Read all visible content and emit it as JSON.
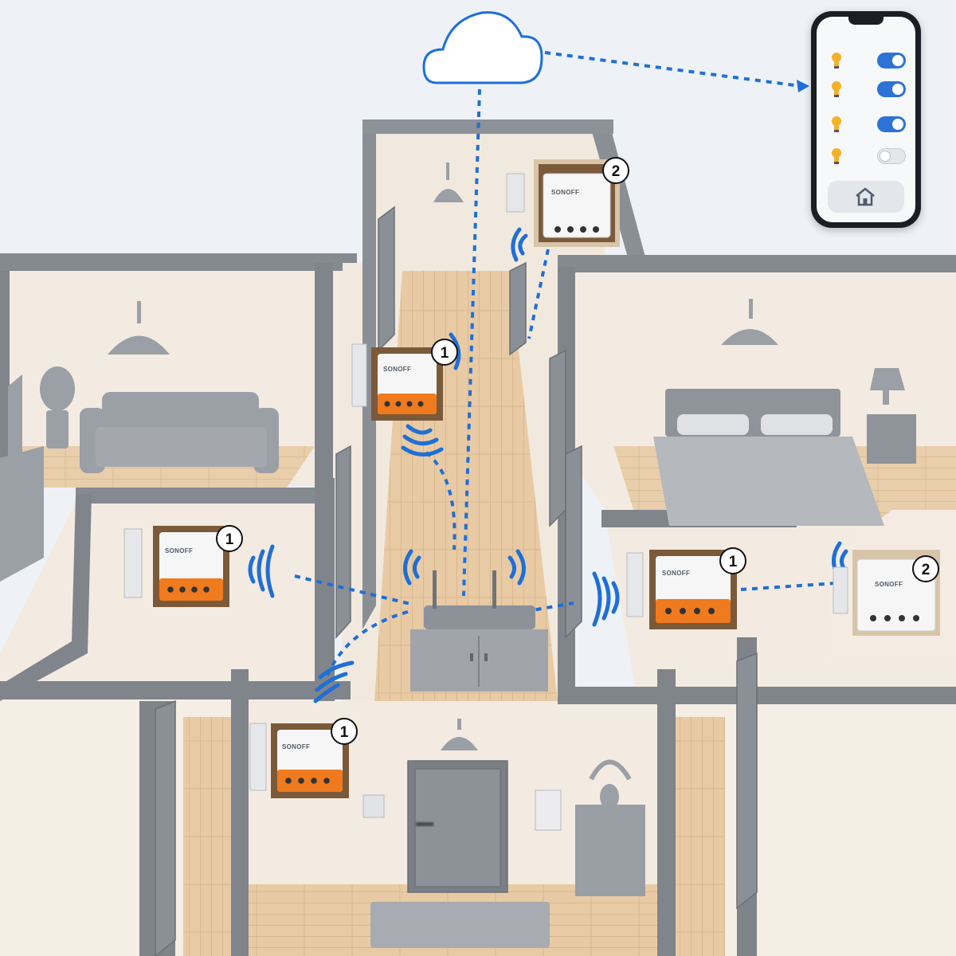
{
  "phone": {
    "lights": [
      {
        "state": "on"
      },
      {
        "state": "on"
      },
      {
        "state": "on"
      },
      {
        "state": "off"
      }
    ],
    "home_icon": "house-icon"
  },
  "devices": [
    {
      "brand": "SONOFF",
      "badge": "1",
      "model": "orange"
    },
    {
      "brand": "SONOFF",
      "badge": "1",
      "model": "orange"
    },
    {
      "brand": "SONOFF",
      "badge": "1",
      "model": "orange"
    },
    {
      "brand": "SONOFF",
      "badge": "1",
      "model": "orange"
    },
    {
      "brand": "SONOFF",
      "badge": "2",
      "model": "white"
    },
    {
      "brand": "SONOFF",
      "badge": "2",
      "model": "white"
    }
  ],
  "colors": {
    "link": "#1f6fd6",
    "wall": "#7b7f86",
    "floor": "#e7c9a2",
    "room": "#f1e8dd",
    "furniture": "#9a9ea5",
    "device_orange": "#f07a1e",
    "bulb": "#f4b129"
  }
}
